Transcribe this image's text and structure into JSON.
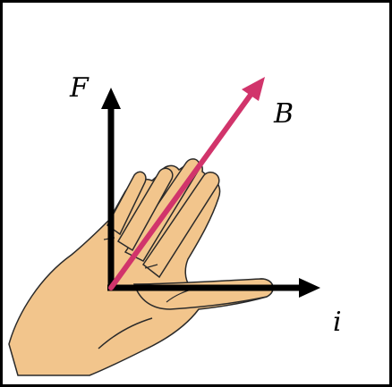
{
  "labels": {
    "force": "F",
    "field": "B",
    "current": "i"
  },
  "colors": {
    "frame": "#000000",
    "axes": "#000000",
    "field_vector": "#d1346b",
    "skin": "#f2c58c",
    "outline": "#2a2a2a",
    "background": "#ffffff"
  },
  "icons": {
    "hand": "right-hand-icon",
    "force_arrow": "arrow-up-icon",
    "current_arrow": "arrow-right-icon",
    "field_arrow": "arrow-diagonal-icon"
  }
}
